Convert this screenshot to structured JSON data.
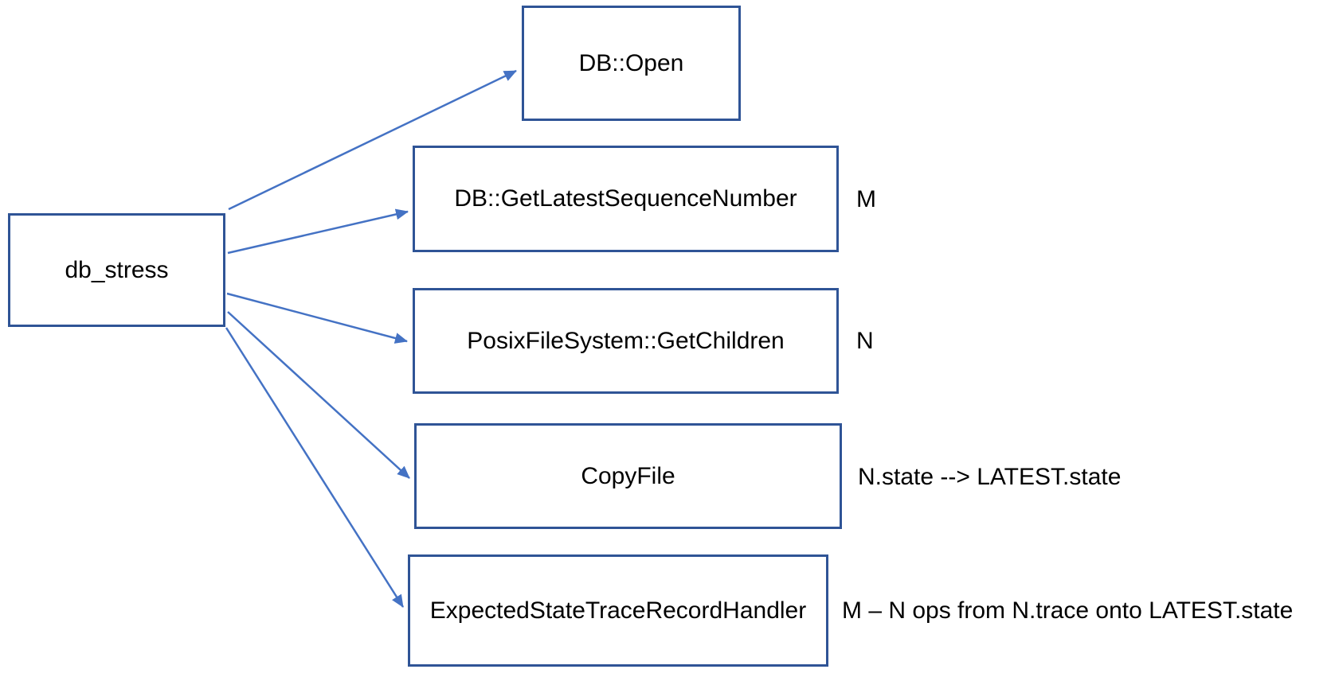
{
  "diagram": {
    "source": {
      "label": "db_stress"
    },
    "targets": [
      {
        "label": "DB::Open",
        "annotation": ""
      },
      {
        "label": "DB::GetLatestSequenceNumber",
        "annotation": "M"
      },
      {
        "label": "PosixFileSystem::GetChildren",
        "annotation": "N"
      },
      {
        "label": "CopyFile",
        "annotation": "N.state --> LATEST.state"
      },
      {
        "label": "ExpectedStateTraceRecordHandler",
        "annotation": "M – N ops from N.trace onto LATEST.state"
      }
    ],
    "colors": {
      "box_border": "#2f5496",
      "arrow": "#4472c4",
      "text": "#000000",
      "background": "#ffffff"
    }
  }
}
